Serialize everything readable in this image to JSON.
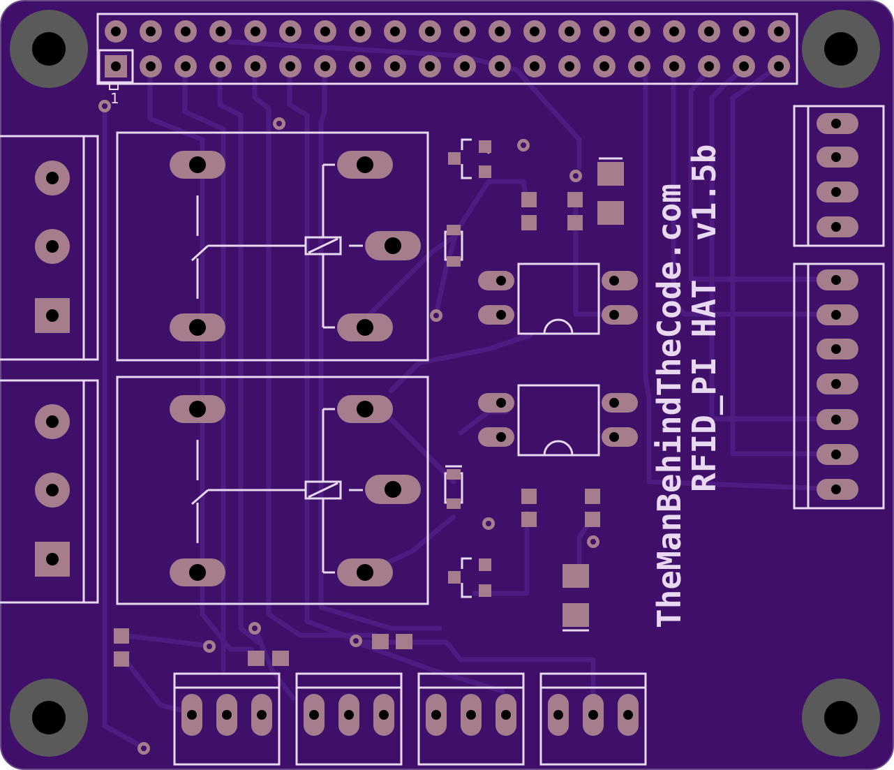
{
  "board": {
    "silkscreen_url": "TheManBehindTheCode.com",
    "silkscreen_title": "RFID_PI HAT  v1.5b",
    "pin1_marker": "1"
  },
  "colors": {
    "board": "#3f0f6a",
    "trace": "#4e1c80",
    "silkscreen": "#e8d8f0",
    "copper_pad": "#a57d8c",
    "mount_ring": "#5a5a5a",
    "drill": "#000000"
  },
  "components": [
    "gpio-header-40pin",
    "relay-1",
    "relay-2",
    "screw-terminal-relay-1",
    "screw-terminal-relay-2",
    "optocoupler-1",
    "optocoupler-2",
    "connector-4pin",
    "connector-7pin",
    "connector-3pin-a",
    "connector-3pin-b",
    "connector-3pin-c",
    "connector-3pin-d"
  ]
}
